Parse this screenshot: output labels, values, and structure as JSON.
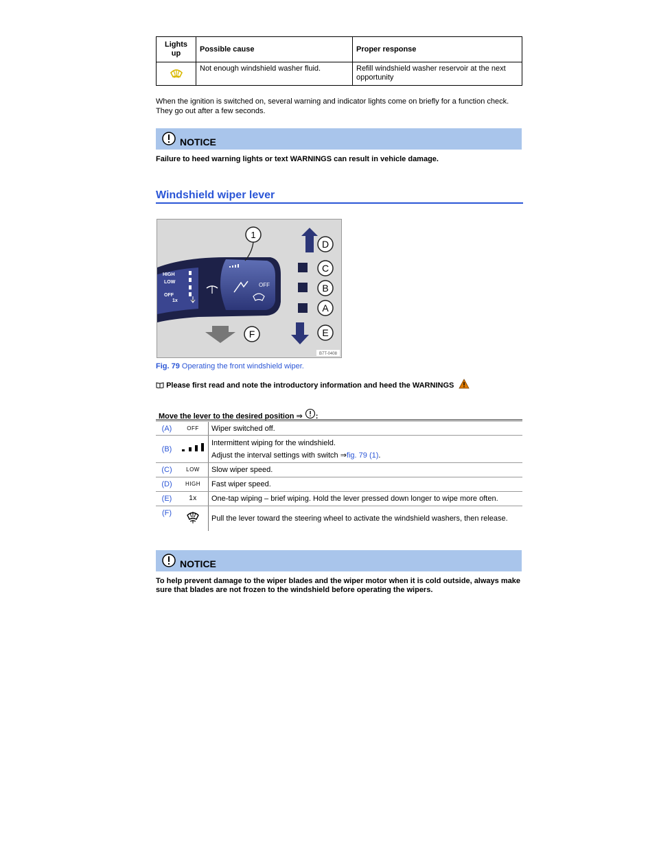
{
  "lights_table": {
    "headers": [
      "Lights up",
      "Possible cause",
      "Proper response"
    ],
    "rows": [
      {
        "icon": "windshield-washer-fluid-icon",
        "cause": "Not enough windshield washer fluid.",
        "response": "Refill windshield washer reservoir at the next opportunity"
      }
    ]
  },
  "intro_paragraph": "When the ignition is switched on, several warning and indicator lights come on briefly for a function check. They go out after a few seconds.",
  "notice1": {
    "title": "NOTICE",
    "body": "Failure to heed warning lights or text WARNINGS can result in vehicle damage."
  },
  "section": {
    "title": "Windshield wiper lever"
  },
  "figure": {
    "callouts": [
      "1",
      "D",
      "C",
      "B",
      "A",
      "E",
      "F"
    ],
    "lever_labels": [
      "HIGH",
      "LOW",
      "OFF",
      "1x"
    ],
    "off_label": "OFF",
    "code": "B7T-0408",
    "caption_num": "Fig. 79",
    "caption_text": "Operating the front windshield wiper."
  },
  "read_note": "Please first read and note the introductory information and heed the WARNINGS",
  "move_line": {
    "text": "Move the lever to the desired position ⇒",
    "suffix": ":"
  },
  "positions": [
    {
      "key": "(A)",
      "sym": "OFF",
      "desc": "Wiper switched off."
    },
    {
      "key": "(B)",
      "sym": "",
      "desc": "Intermittent wiping for the windshield.",
      "desc2": "Adjust the interval settings with switch ⇒",
      "link": "fig. 79 (1)",
      "link_suffix": "."
    },
    {
      "key": "(C)",
      "sym": "LOW",
      "desc": "Slow wiper speed."
    },
    {
      "key": "(D)",
      "sym": "HIGH",
      "desc": "Fast wiper speed."
    },
    {
      "key": "(E)",
      "sym": "1x",
      "desc": "One-tap wiping – brief wiping. Hold the lever pressed down longer to wipe more often."
    },
    {
      "key": "(F)",
      "sym": "",
      "desc": "Pull the lever toward the steering wheel to activate the windshield washers, then release."
    }
  ],
  "notice2": {
    "title": "NOTICE",
    "body": "To help prevent damage to the wiper blades and the wiper motor when it is cold outside, always make sure that blades are not frozen to the windshield before operating the wipers."
  },
  "colors": {
    "accent": "#2a55d6",
    "notice_bg": "#a9c5eb",
    "warning": "#e07b00"
  }
}
